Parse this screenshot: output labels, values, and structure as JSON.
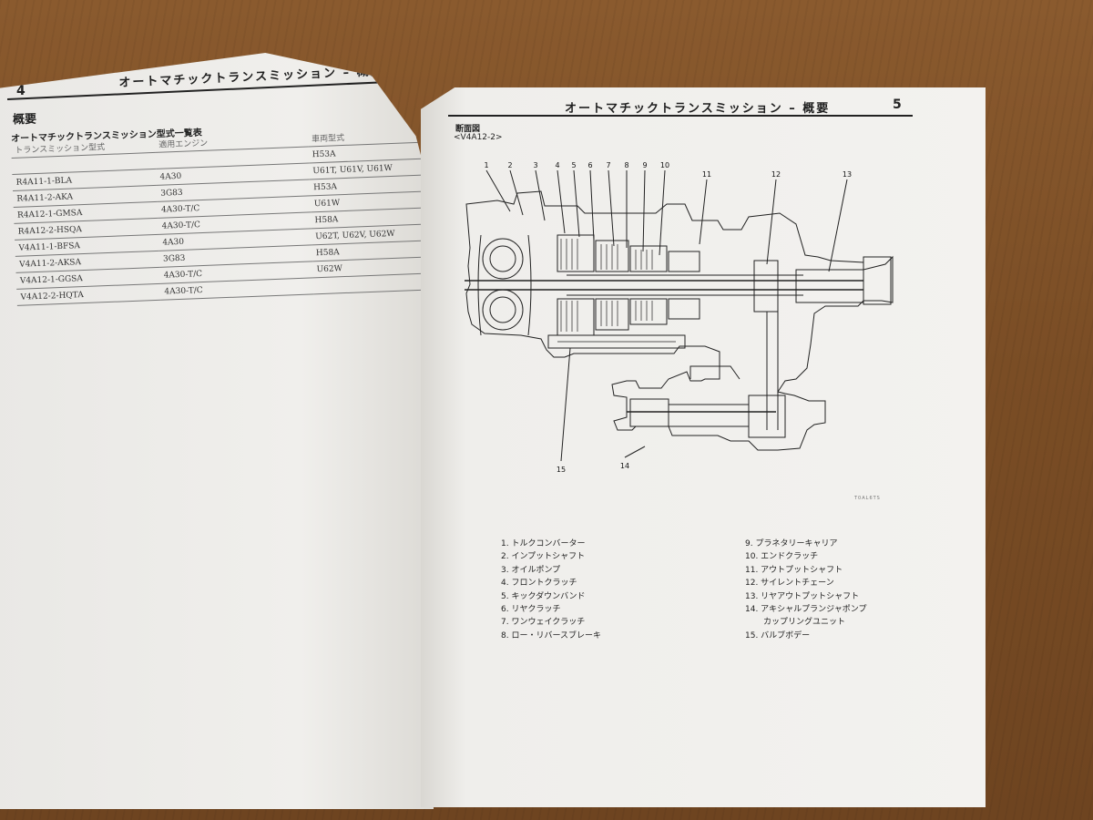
{
  "left_page": {
    "header": "オートマチックトランスミッション – 概要",
    "page_number": "4",
    "section_title": "概要",
    "table_title": "オートマチックトランスミッション型式一覧表",
    "table_headers": [
      "トランスミッション型式",
      "適用エンジン",
      "車両型式"
    ],
    "rows": [
      [
        "",
        "",
        "H53A"
      ],
      [
        "R4A11-1-BLA",
        "4A30",
        "U61T, U61V, U61W"
      ],
      [
        "R4A11-2-AKA",
        "3G83",
        "H53A"
      ],
      [
        "R4A12-1-GMSA",
        "4A30-T/C",
        "U61W"
      ],
      [
        "R4A12-2-HSQA",
        "4A30-T/C",
        "H58A"
      ],
      [
        "V4A11-1-BFSA",
        "4A30",
        "U62T, U62V, U62W"
      ],
      [
        "V4A11-2-AKSA",
        "3G83",
        "H58A"
      ],
      [
        "V4A12-1-GGSA",
        "4A30-T/C",
        "U62W"
      ],
      [
        "V4A12-2-HQTA",
        "4A30-T/C",
        ""
      ]
    ]
  },
  "right_page": {
    "header": "オートマチックトランスミッション – 概要",
    "page_number": "5",
    "section_title": "断面図",
    "model_label": "<V4A12-2>",
    "figure_code": "T0AL6TS",
    "callouts": [
      "1",
      "2",
      "3",
      "4",
      "5",
      "6",
      "7",
      "8",
      "9",
      "10",
      "11",
      "12",
      "13",
      "14",
      "15"
    ],
    "legend_left": [
      "1. トルクコンバーター",
      "2. インプットシャフト",
      "3. オイルポンプ",
      "4. フロントクラッチ",
      "5. キックダウンバンド",
      "6. リヤクラッチ",
      "7. ワンウェイクラッチ",
      "8. ロー・リバースブレーキ"
    ],
    "legend_right": [
      "9. プラネタリーキャリア",
      "10. エンドクラッチ",
      "11. アウトプットシャフト",
      "12. サイレントチェーン",
      "13. リヤアウトプットシャフト",
      "14. アキシャルプランジャポンプ",
      "カップリングユニット",
      "15. バルブボデー"
    ]
  }
}
